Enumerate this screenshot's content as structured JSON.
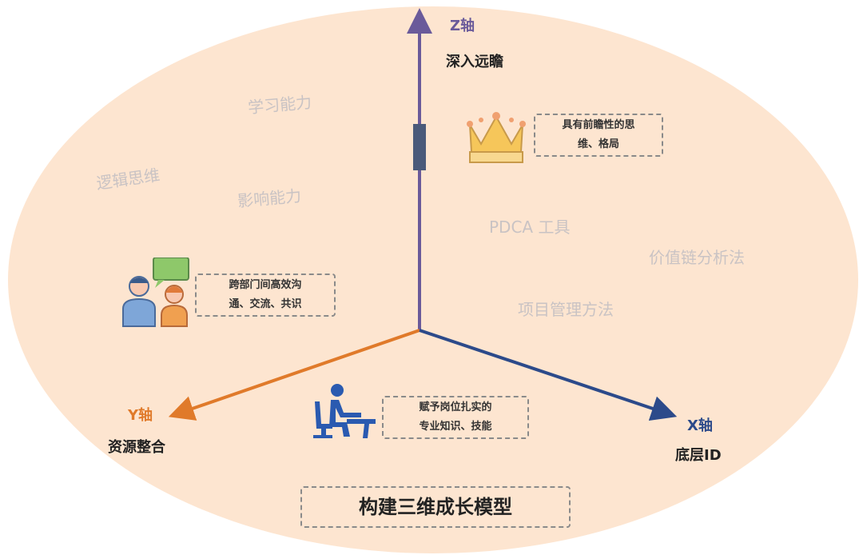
{
  "axes": {
    "z": {
      "label": "Z轴",
      "name": "深入远瞻",
      "color": "#6a5a9a"
    },
    "y": {
      "label": "Y轴",
      "name": "资源整合",
      "color": "#e07a2a"
    },
    "x": {
      "label": "X轴",
      "name": "底层ID",
      "color": "#2c4a8a"
    }
  },
  "faint_labels": [
    "学习能力",
    "逻辑思维",
    "影响能力",
    "PDCA 工具",
    "价值链分析法",
    "项目管理方法"
  ],
  "boxes": {
    "z": {
      "line1": "具有前瞻性的思",
      "line2": "维、格局"
    },
    "y": {
      "line1": "跨部门间高效沟",
      "line2": "通、交流、共识"
    },
    "x": {
      "line1": "赋予岗位扎实的",
      "line2": "专业知识、技能"
    }
  },
  "title": "构建三维成长模型",
  "colors": {
    "ellipse": "#fde5d0"
  }
}
